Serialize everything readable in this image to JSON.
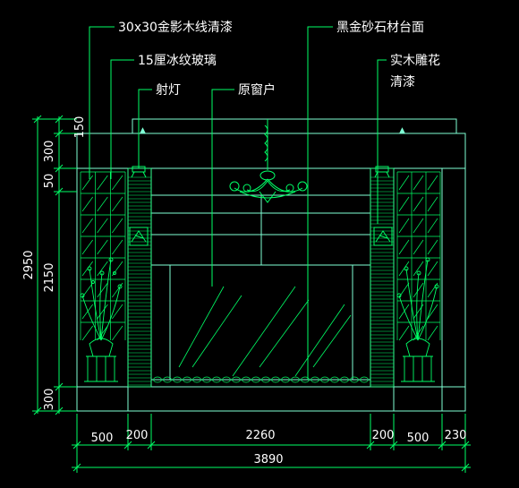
{
  "colors": {
    "background": "#000000",
    "drawing": "#00ff66",
    "structure": "#7fffd4",
    "text": "#ffffff",
    "dimension": "#00ff66"
  },
  "annotations": {
    "trim": "30x30金影木线清漆",
    "glass": "15厘冰纹玻璃",
    "spotlight": "射灯",
    "window": "原窗户",
    "countertop": "黑金砂石材台面",
    "carving_line1": "实木雕花",
    "carving_line2": "清漆"
  },
  "dimensions": {
    "vertical": {
      "top_small": "150",
      "v300_top": "300",
      "v50": "50",
      "v2150": "2150",
      "v300_bottom": "300",
      "total": "2950"
    },
    "horizontal": {
      "h500_left": "500",
      "h200_left": "200",
      "h2260": "2260",
      "h200_right": "200",
      "h500_right": "500",
      "h230": "230",
      "total": "3890"
    }
  },
  "icons": {
    "chandelier": "chandelier-icon",
    "plant_left": "potted-plant-icon",
    "plant_right": "potted-plant-icon",
    "spotlight_left": "spotlight-icon",
    "spotlight_right": "spotlight-icon"
  }
}
